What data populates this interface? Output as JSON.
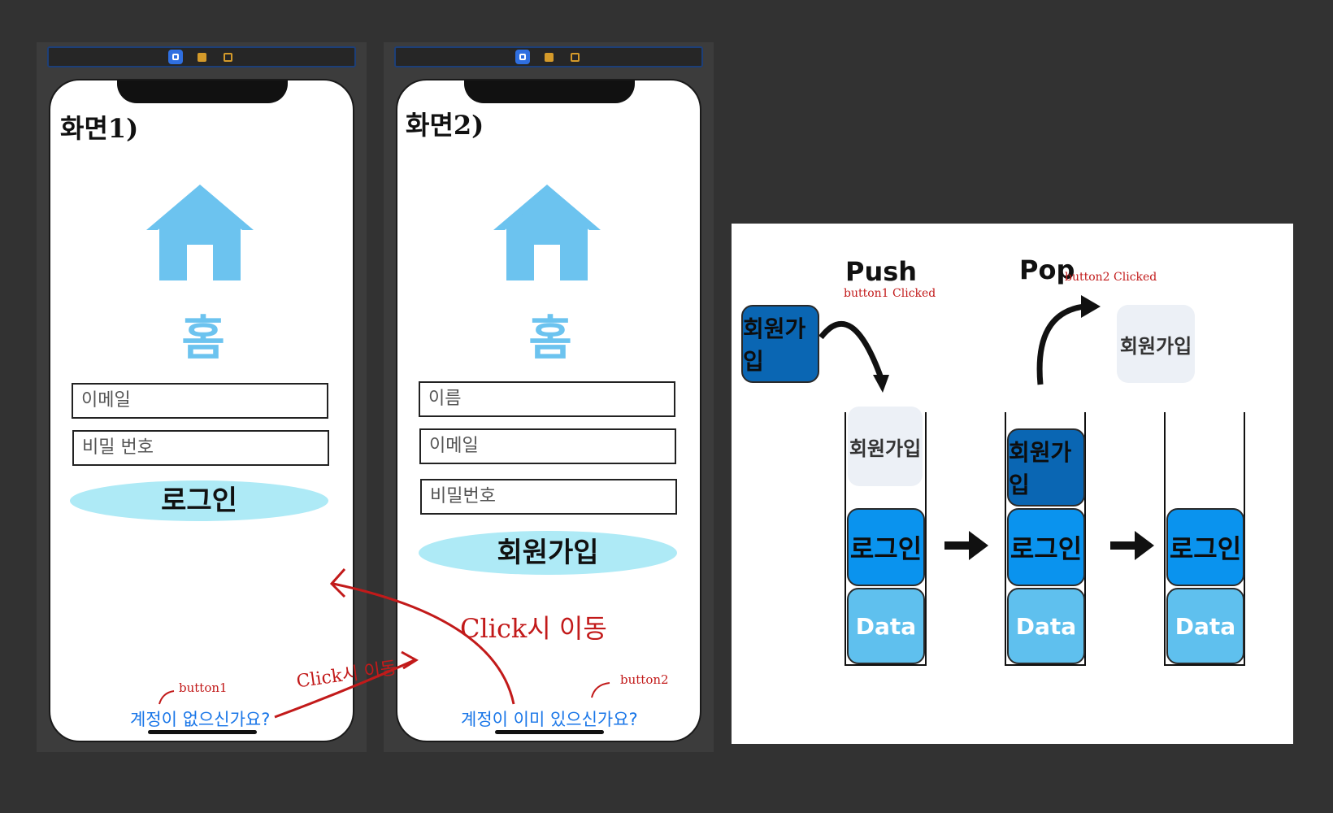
{
  "screen1": {
    "label": "화면1)",
    "title": "홈",
    "email_placeholder": "이메일",
    "password_placeholder": "비밀 번호",
    "login_button": "로그인",
    "signup_link": "계정이 없으신가요?",
    "button_note": "button1"
  },
  "screen2": {
    "label": "화면2)",
    "title": "홈",
    "name_placeholder": "이름",
    "email_placeholder": "이메일",
    "password_placeholder": "비밀번호",
    "signup_button": "회원가입",
    "login_link": "계정이 이미 있으신가요?",
    "button_note": "button2"
  },
  "annotations": {
    "click_move_1": "Click시 이동",
    "click_move_2": "Click시 이동"
  },
  "diagram": {
    "push_label": "Push",
    "push_note": "button1 Clicked",
    "pop_label": "Pop",
    "pop_note": "button2 Clicked",
    "join": "회원가입",
    "login": "로그인",
    "data": "Data"
  },
  "colors": {
    "accent_blue": "#0a93ee",
    "dark_blue": "#0a66b3",
    "light_blue": "#5fc0ee",
    "home_icon": "#6cc3ef",
    "pill": "#aeeaf6",
    "link": "#1976e8",
    "annotation_red": "#c21a1a"
  }
}
